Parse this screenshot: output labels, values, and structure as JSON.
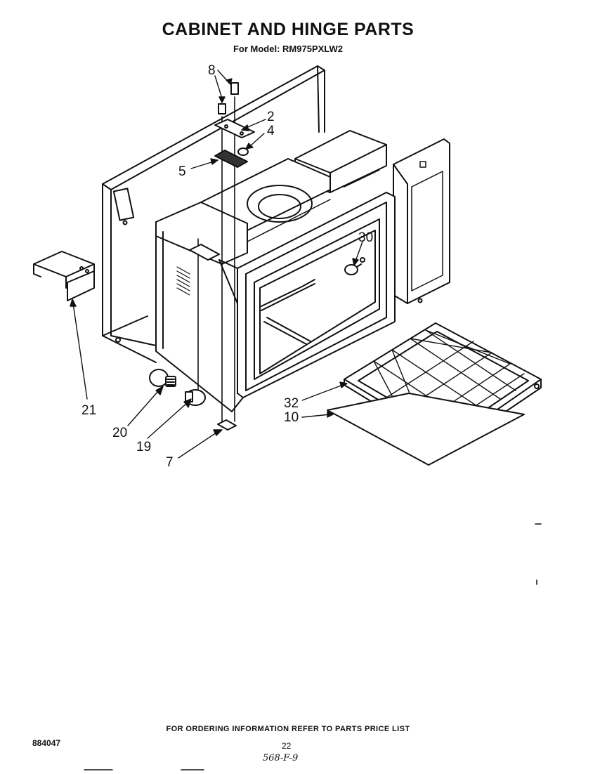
{
  "header": {
    "title": "CABINET AND HINGE PARTS",
    "subtitle": "For Model: RM975PXLW2"
  },
  "callouts": [
    {
      "id": "8",
      "label": "8"
    },
    {
      "id": "2",
      "label": "2"
    },
    {
      "id": "4",
      "label": "4"
    },
    {
      "id": "5",
      "label": "5"
    },
    {
      "id": "30",
      "label": "30"
    },
    {
      "id": "21",
      "label": "21"
    },
    {
      "id": "20",
      "label": "20"
    },
    {
      "id": "19",
      "label": "19"
    },
    {
      "id": "7",
      "label": "7"
    },
    {
      "id": "32",
      "label": "32"
    },
    {
      "id": "10",
      "label": "10"
    }
  ],
  "footer": {
    "ordering_note": "FOR ORDERING INFORMATION REFER TO PARTS PRICE LIST",
    "document_number": "884047",
    "page_number": "22",
    "handwritten_note": "568-F-9"
  },
  "colors": {
    "ink": "#111111",
    "paper": "#ffffff"
  }
}
